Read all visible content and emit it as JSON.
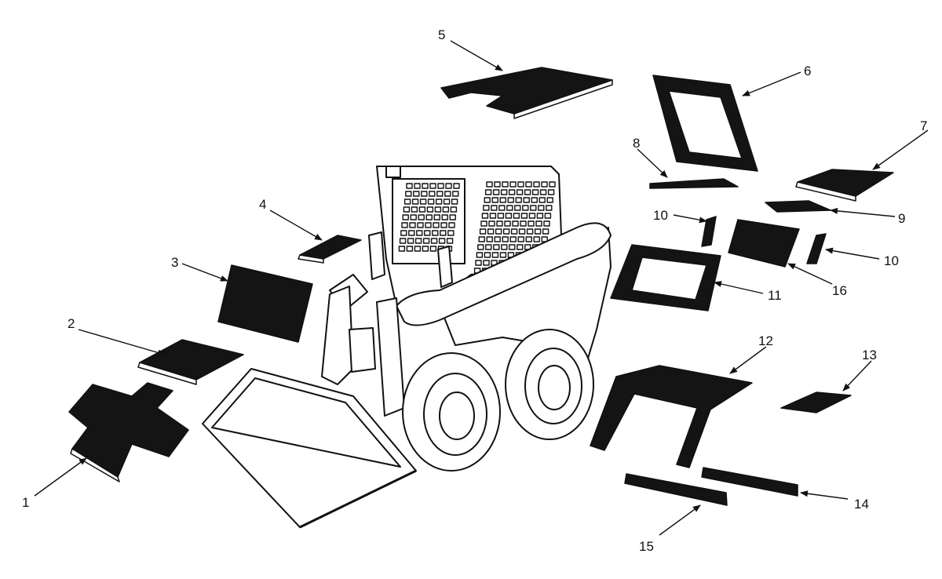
{
  "diagram": {
    "callouts": [
      {
        "id": "1",
        "label": "1"
      },
      {
        "id": "2",
        "label": "2"
      },
      {
        "id": "3",
        "label": "3"
      },
      {
        "id": "4",
        "label": "4"
      },
      {
        "id": "5",
        "label": "5"
      },
      {
        "id": "6",
        "label": "6"
      },
      {
        "id": "7",
        "label": "7"
      },
      {
        "id": "8",
        "label": "8"
      },
      {
        "id": "9",
        "label": "9"
      },
      {
        "id": "10a",
        "label": "10"
      },
      {
        "id": "10b",
        "label": "10"
      },
      {
        "id": "11",
        "label": "11"
      },
      {
        "id": "12",
        "label": "12"
      },
      {
        "id": "13",
        "label": "13"
      },
      {
        "id": "14",
        "label": "14"
      },
      {
        "id": "15",
        "label": "15"
      },
      {
        "id": "16",
        "label": "16"
      }
    ]
  },
  "colors": {
    "ink": "#111111",
    "panel": "#141414",
    "paper": "#ffffff"
  }
}
